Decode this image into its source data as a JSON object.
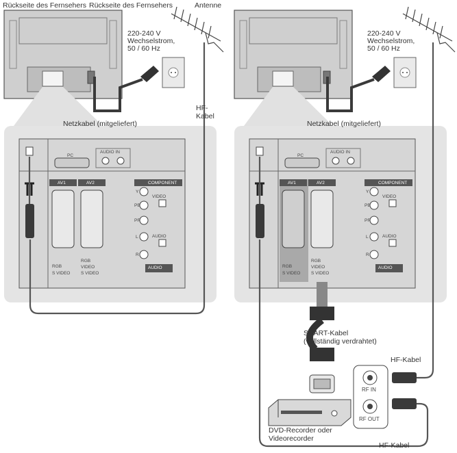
{
  "header": {
    "left": "Rückseite des Fernsehers",
    "right": "Rückseite des Fernsehers",
    "antenna": "Antenne"
  },
  "power": {
    "voltage_left": "220-240 V",
    "type_left": "Wechselstrom,",
    "freq_left": "50 / 60 Hz",
    "voltage_right": "220-240 V",
    "type_right": "Wechselstrom,",
    "freq_right": "50 / 60 Hz",
    "cable_left": "Netzkabel (mitgeliefert)",
    "cable_right": "Netzkabel (mitgeliefert)"
  },
  "hf_cable": {
    "line1": "HF-",
    "line2": "Kabel"
  },
  "panel": {
    "pc": "PC",
    "av1": "AV1",
    "av2": "AV2",
    "component": "COMPONENT",
    "y": "Y",
    "pb": "PB",
    "pr": "PR",
    "l": "L",
    "r": "R",
    "video": "VIDEO",
    "audio": "AUDIO",
    "audio_in": "AUDIO IN",
    "rgb": "RGB",
    "svideo": "S VIDEO"
  },
  "scart": {
    "line1": "SCART-Kabel",
    "line2": "(vollständig verdrahtet)"
  },
  "recorder": {
    "line1": "DVD-Recorder oder",
    "line2": "Videorecorder",
    "rf_in": "RF IN",
    "rf_out": "RF OUT",
    "hf_top": "HF-Kabel",
    "hf_bottom": "HF-Kabel"
  },
  "colors": {
    "line": "#555555",
    "panel_bg": "#e3e3e3",
    "tv_bg": "#cdcdcd",
    "cable": "#3a3a3a",
    "highlight": "#a9a9a9"
  }
}
